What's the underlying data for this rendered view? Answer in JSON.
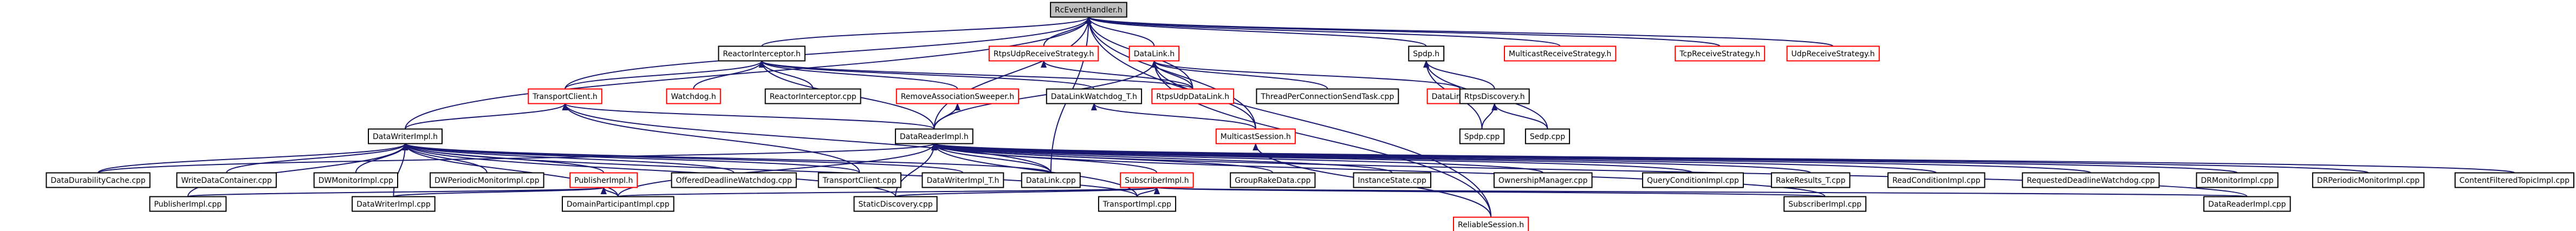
{
  "graph": {
    "title": "",
    "nodes": [
      {
        "id": "root",
        "label": "RcEventHandler.h",
        "style": "root"
      },
      {
        "id": "reactorInterceptorH",
        "label": "ReactorInterceptor.h",
        "style": "normal"
      },
      {
        "id": "rtpsUdpReceiveStrategyH",
        "label": "RtpsUdpReceiveStrategy.h",
        "style": "unlinked"
      },
      {
        "id": "dataLinkH",
        "label": "DataLink.h",
        "style": "unlinked"
      },
      {
        "id": "spdpH",
        "label": "Spdp.h",
        "style": "normal"
      },
      {
        "id": "multicastReceiveStrategyH",
        "label": "MulticastReceiveStrategy.h",
        "style": "unlinked"
      },
      {
        "id": "tcpReceiveStrategyH",
        "label": "TcpReceiveStrategy.h",
        "style": "unlinked"
      },
      {
        "id": "udpReceiveStrategyH",
        "label": "UdpReceiveStrategy.h",
        "style": "unlinked"
      },
      {
        "id": "transportClientH",
        "label": "TransportClient.h",
        "style": "unlinked"
      },
      {
        "id": "watchdogH",
        "label": "Watchdog.h",
        "style": "unlinked"
      },
      {
        "id": "reactorInterceptorCpp",
        "label": "ReactorInterceptor.cpp",
        "style": "normal"
      },
      {
        "id": "removeAssociationSweeperH",
        "label": "RemoveAssociationSweeper.h",
        "style": "unlinked"
      },
      {
        "id": "dataLinkWatchdogT",
        "label": "DataLinkWatchdog_T.h",
        "style": "normal"
      },
      {
        "id": "rtpsUdpDataLinkH",
        "label": "RtpsUdpDataLink.h",
        "style": "unlinked"
      },
      {
        "id": "threadPerConnectionSendTaskCpp",
        "label": "ThreadPerConnectionSendTask.cpp",
        "style": "normal"
      },
      {
        "id": "dataLinkSetInl",
        "label": "DataLinkSet.inl",
        "style": "unlinked"
      },
      {
        "id": "rtpsDiscoveryH",
        "label": "RtpsDiscovery.h",
        "style": "normal"
      },
      {
        "id": "spdpCpp",
        "label": "Spdp.cpp",
        "style": "normal"
      },
      {
        "id": "sedpCpp",
        "label": "Sedp.cpp",
        "style": "normal"
      },
      {
        "id": "multicastSessionH",
        "label": "MulticastSession.h",
        "style": "unlinked"
      },
      {
        "id": "reliableSessionH",
        "label": "ReliableSession.h",
        "style": "unlinked"
      },
      {
        "id": "dataWriterImplH",
        "label": "DataWriterImpl.h",
        "style": "normal"
      },
      {
        "id": "dataReaderImplH",
        "label": "DataReaderImpl.h",
        "style": "normal"
      },
      {
        "id": "dataDurabilityCacheCpp",
        "label": "DataDurabilityCache.cpp",
        "style": "normal"
      },
      {
        "id": "writeDataContainerCpp",
        "label": "WriteDataContainer.cpp",
        "style": "normal"
      },
      {
        "id": "dwMonitorImplCpp",
        "label": "DWMonitorImpl.cpp",
        "style": "normal"
      },
      {
        "id": "dwPeriodicMonitorImplCpp",
        "label": "DWPeriodicMonitorImpl.cpp",
        "style": "normal"
      },
      {
        "id": "publisherImplH",
        "label": "PublisherImpl.h",
        "style": "unlinked"
      },
      {
        "id": "offeredDeadlineWatchdogCpp",
        "label": "OfferedDeadlineWatchdog.cpp",
        "style": "normal"
      },
      {
        "id": "transportClientCpp",
        "label": "TransportClient.cpp",
        "style": "normal"
      },
      {
        "id": "dataWriterImplT",
        "label": "DataWriterImpl_T.h",
        "style": "normal"
      },
      {
        "id": "dataLinkCpp",
        "label": "DataLink.cpp",
        "style": "normal"
      },
      {
        "id": "subscriberImplH",
        "label": "SubscriberImpl.h",
        "style": "unlinked"
      },
      {
        "id": "groupRakeDataCpp",
        "label": "GroupRakeData.cpp",
        "style": "normal"
      },
      {
        "id": "instanceStateCpp",
        "label": "InstanceState.cpp",
        "style": "normal"
      },
      {
        "id": "ownershipManagerCpp",
        "label": "OwnershipManager.cpp",
        "style": "normal"
      },
      {
        "id": "queryConditionImplCpp",
        "label": "QueryConditionImpl.cpp",
        "style": "normal"
      },
      {
        "id": "rakeResultsT",
        "label": "RakeResults_T.cpp",
        "style": "normal"
      },
      {
        "id": "readConditionImplCpp",
        "label": "ReadConditionImpl.cpp",
        "style": "normal"
      },
      {
        "id": "requestedDeadlineWatchdogCpp",
        "label": "RequestedDeadlineWatchdog.cpp",
        "style": "normal"
      },
      {
        "id": "drMonitorImplCpp",
        "label": "DRMonitorImpl.cpp",
        "style": "normal"
      },
      {
        "id": "drPeriodicMonitorImplCpp",
        "label": "DRPeriodicMonitorImpl.cpp",
        "style": "normal"
      },
      {
        "id": "contentFilteredTopicImplCpp",
        "label": "ContentFilteredTopicImpl.cpp",
        "style": "normal"
      },
      {
        "id": "publisherImplCpp",
        "label": "PublisherImpl.cpp",
        "style": "normal"
      },
      {
        "id": "dataWriterImplCpp",
        "label": "DataWriterImpl.cpp",
        "style": "normal"
      },
      {
        "id": "domainParticipantImplCpp",
        "label": "DomainParticipantImpl.cpp",
        "style": "normal"
      },
      {
        "id": "staticDiscoveryCpp",
        "label": "StaticDiscovery.cpp",
        "style": "normal"
      },
      {
        "id": "transportImplCpp",
        "label": "TransportImpl.cpp",
        "style": "normal"
      },
      {
        "id": "subscriberImplCpp",
        "label": "SubscriberImpl.cpp",
        "style": "normal"
      },
      {
        "id": "dataReaderImplCpp",
        "label": "DataReaderImpl.cpp",
        "style": "normal"
      }
    ],
    "edges": [
      [
        "root",
        "reactorInterceptorH"
      ],
      [
        "root",
        "rtpsUdpReceiveStrategyH"
      ],
      [
        "root",
        "dataLinkH"
      ],
      [
        "root",
        "spdpH"
      ],
      [
        "root",
        "multicastReceiveStrategyH"
      ],
      [
        "root",
        "tcpReceiveStrategyH"
      ],
      [
        "root",
        "udpReceiveStrategyH"
      ],
      [
        "root",
        "transportClientH"
      ],
      [
        "root",
        "dataWriterImplH"
      ],
      [
        "root",
        "dataReaderImplH"
      ],
      [
        "root",
        "rtpsUdpDataLinkH"
      ],
      [
        "root",
        "multicastSessionH"
      ],
      [
        "root",
        "reliableSessionH"
      ],
      [
        "root",
        "dataLinkCpp"
      ],
      [
        "reactorInterceptorH",
        "transportClientH"
      ],
      [
        "reactorInterceptorH",
        "watchdogH"
      ],
      [
        "reactorInterceptorH",
        "reactorInterceptorCpp"
      ],
      [
        "reactorInterceptorH",
        "removeAssociationSweeperH"
      ],
      [
        "reactorInterceptorH",
        "dataLinkWatchdogT"
      ],
      [
        "reactorInterceptorH",
        "rtpsUdpDataLinkH"
      ],
      [
        "reactorInterceptorH",
        "dataReaderImplH"
      ],
      [
        "rtpsUdpReceiveStrategyH",
        "rtpsUdpDataLinkH"
      ],
      [
        "dataLinkH",
        "rtpsUdpDataLinkH"
      ],
      [
        "dataLinkH",
        "threadPerConnectionSendTaskCpp"
      ],
      [
        "dataLinkH",
        "dataLinkSetInl"
      ],
      [
        "dataLinkH",
        "multicastSessionH"
      ],
      [
        "dataLinkH",
        "dataReaderImplH"
      ],
      [
        "dataLinkH",
        "reliableSessionH"
      ],
      [
        "spdpH",
        "rtpsDiscoveryH"
      ],
      [
        "spdpH",
        "spdpCpp"
      ],
      [
        "spdpH",
        "sedpCpp"
      ],
      [
        "rtpsDiscoveryH",
        "spdpCpp"
      ],
      [
        "rtpsDiscoveryH",
        "sedpCpp"
      ],
      [
        "dataLinkWatchdogT",
        "multicastSessionH"
      ],
      [
        "removeAssociationSweeperH",
        "dataReaderImplH"
      ],
      [
        "multicastSessionH",
        "reliableSessionH"
      ],
      [
        "transportClientH",
        "dataWriterImplH"
      ],
      [
        "transportClientH",
        "dataReaderImplH"
      ],
      [
        "transportClientH",
        "transportClientCpp"
      ],
      [
        "transportClientH",
        "dataLinkCpp"
      ],
      [
        "dataWriterImplH",
        "dataDurabilityCacheCpp"
      ],
      [
        "dataWriterImplH",
        "writeDataContainerCpp"
      ],
      [
        "dataWriterImplH",
        "dwMonitorImplCpp"
      ],
      [
        "dataWriterImplH",
        "dwPeriodicMonitorImplCpp"
      ],
      [
        "dataWriterImplH",
        "publisherImplH"
      ],
      [
        "dataWriterImplH",
        "offeredDeadlineWatchdogCpp"
      ],
      [
        "dataWriterImplH",
        "transportClientCpp"
      ],
      [
        "dataWriterImplH",
        "dataWriterImplT"
      ],
      [
        "dataWriterImplH",
        "dataLinkCpp"
      ],
      [
        "dataWriterImplH",
        "publisherImplCpp"
      ],
      [
        "dataWriterImplH",
        "dataWriterImplCpp"
      ],
      [
        "dataWriterImplH",
        "domainParticipantImplCpp"
      ],
      [
        "dataWriterImplH",
        "staticDiscoveryCpp"
      ],
      [
        "dataWriterImplH",
        "transportImplCpp"
      ],
      [
        "publisherImplH",
        "publisherImplCpp"
      ],
      [
        "publisherImplH",
        "dataWriterImplCpp"
      ],
      [
        "publisherImplH",
        "domainParticipantImplCpp"
      ],
      [
        "dataReaderImplH",
        "dataDurabilityCacheCpp"
      ],
      [
        "dataReaderImplH",
        "dataLinkCpp"
      ],
      [
        "dataReaderImplH",
        "subscriberImplH"
      ],
      [
        "dataReaderImplH",
        "groupRakeDataCpp"
      ],
      [
        "dataReaderImplH",
        "instanceStateCpp"
      ],
      [
        "dataReaderImplH",
        "ownershipManagerCpp"
      ],
      [
        "dataReaderImplH",
        "queryConditionImplCpp"
      ],
      [
        "dataReaderImplH",
        "rakeResultsT"
      ],
      [
        "dataReaderImplH",
        "readConditionImplCpp"
      ],
      [
        "dataReaderImplH",
        "requestedDeadlineWatchdogCpp"
      ],
      [
        "dataReaderImplH",
        "drMonitorImplCpp"
      ],
      [
        "dataReaderImplH",
        "drPeriodicMonitorImplCpp"
      ],
      [
        "dataReaderImplH",
        "contentFilteredTopicImplCpp"
      ],
      [
        "dataReaderImplH",
        "staticDiscoveryCpp"
      ],
      [
        "dataReaderImplH",
        "transportImplCpp"
      ],
      [
        "dataReaderImplH",
        "subscriberImplCpp"
      ],
      [
        "dataReaderImplH",
        "dataReaderImplCpp"
      ],
      [
        "dataReaderImplH",
        "domainParticipantImplCpp"
      ],
      [
        "subscriberImplH",
        "domainParticipantImplCpp"
      ],
      [
        "subscriberImplH",
        "transportImplCpp"
      ],
      [
        "subscriberImplH",
        "subscriberImplCpp"
      ],
      [
        "subscriberImplH",
        "dataReaderImplCpp"
      ],
      [
        "subscriberImplH",
        "staticDiscoveryCpp"
      ]
    ]
  }
}
